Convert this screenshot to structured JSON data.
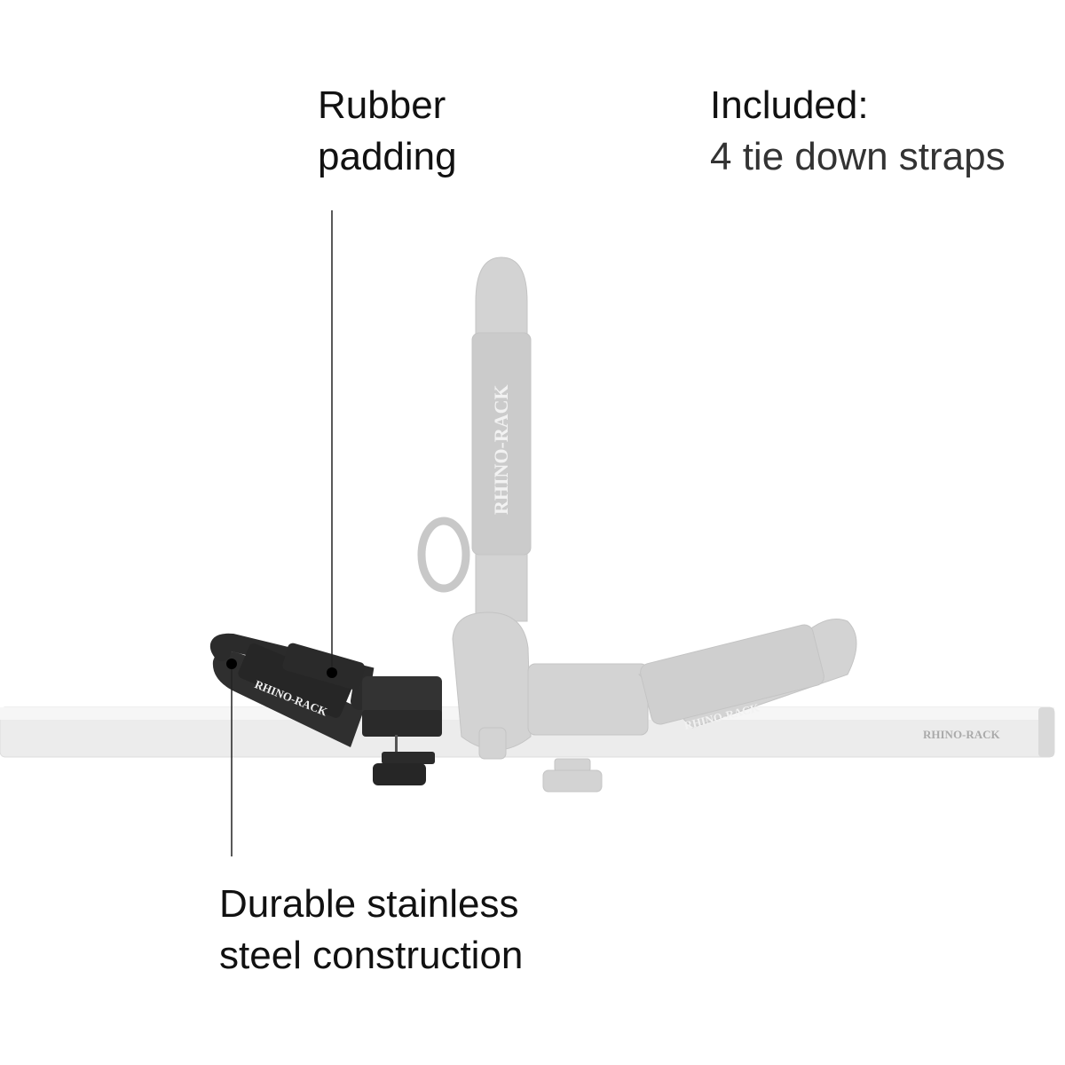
{
  "callouts": {
    "rubber_padding": {
      "line1": "Rubber",
      "line2": "padding"
    },
    "included": {
      "heading": "Included:",
      "detail": "4 tie down straps"
    },
    "steel": {
      "line1": "Durable stainless",
      "line2": "steel construction"
    }
  },
  "product": {
    "brand_mark": "RHINO-RACK"
  },
  "colors": {
    "dark_part": "#2b2b2b",
    "ghost_part": "#d4d4d4",
    "bar": "#e8e8e8"
  }
}
